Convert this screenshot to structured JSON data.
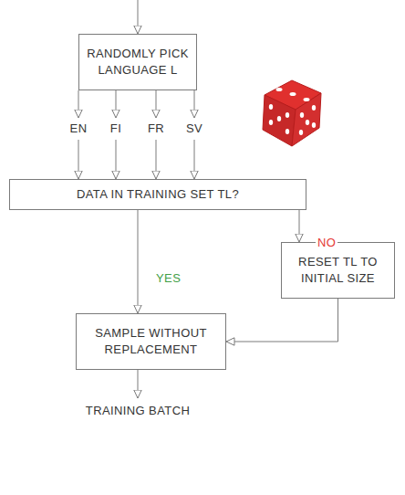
{
  "diagram": {
    "nodes": [
      {
        "text": [
          "RANDOMLY PICK LANGUAGE L"
        ]
      },
      {
        "text": [
          "DATA IN TRAINING SET TL?"
        ]
      },
      {
        "text": [
          "RESET TL TO INITIAL SIZE"
        ]
      },
      {
        "text": [
          "SAMPLE WITHOUT REPLACEMENT"
        ]
      }
    ],
    "edges": [
      {
        "from": 1,
        "to": 3,
        "arrow": "to",
        "label": "YES"
      },
      {
        "from": 1,
        "to": 2,
        "arrow": "to",
        "label": "NO"
      },
      {
        "from": 2,
        "to": 3,
        "arrow": "to"
      }
    ],
    "labels": [
      "EN",
      "FI",
      "FR",
      "SV",
      "TRAINING BATCH"
    ]
  }
}
